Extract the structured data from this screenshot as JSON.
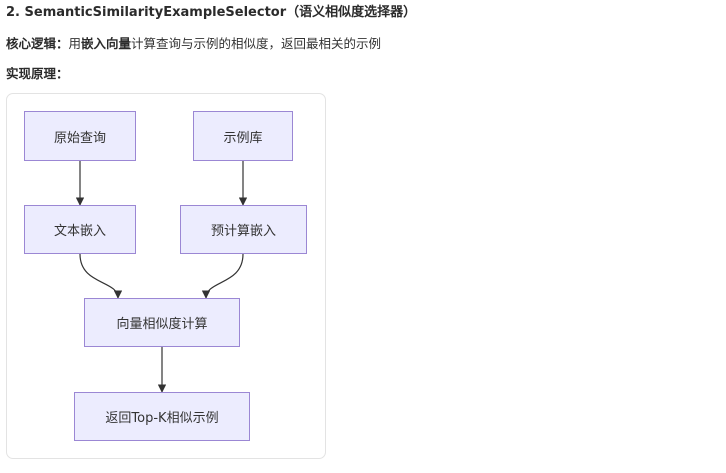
{
  "section": {
    "title": "2. SemanticSimilarityExampleSelector（语义相似度选择器）"
  },
  "logic": {
    "label": "核心逻辑：",
    "text_pre": "用",
    "em1": "嵌入向量",
    "text_post": "计算查询与示例的相似度，返回最相关的示例"
  },
  "principle": {
    "label": "实现原理："
  },
  "diagram": {
    "colors": {
      "node_fill": "#ececfe",
      "node_border": "#9b87d4",
      "edge": "#333333"
    },
    "nodes": {
      "query": "原始查询",
      "library": "示例库",
      "text_embed": "文本嵌入",
      "precompute": "预计算嵌入",
      "similarity": "向量相似度计算",
      "result": "返回Top-K相似示例"
    },
    "edges": [
      [
        "query",
        "text_embed"
      ],
      [
        "library",
        "precompute"
      ],
      [
        "text_embed",
        "similarity"
      ],
      [
        "precompute",
        "similarity"
      ],
      [
        "similarity",
        "result"
      ]
    ]
  }
}
